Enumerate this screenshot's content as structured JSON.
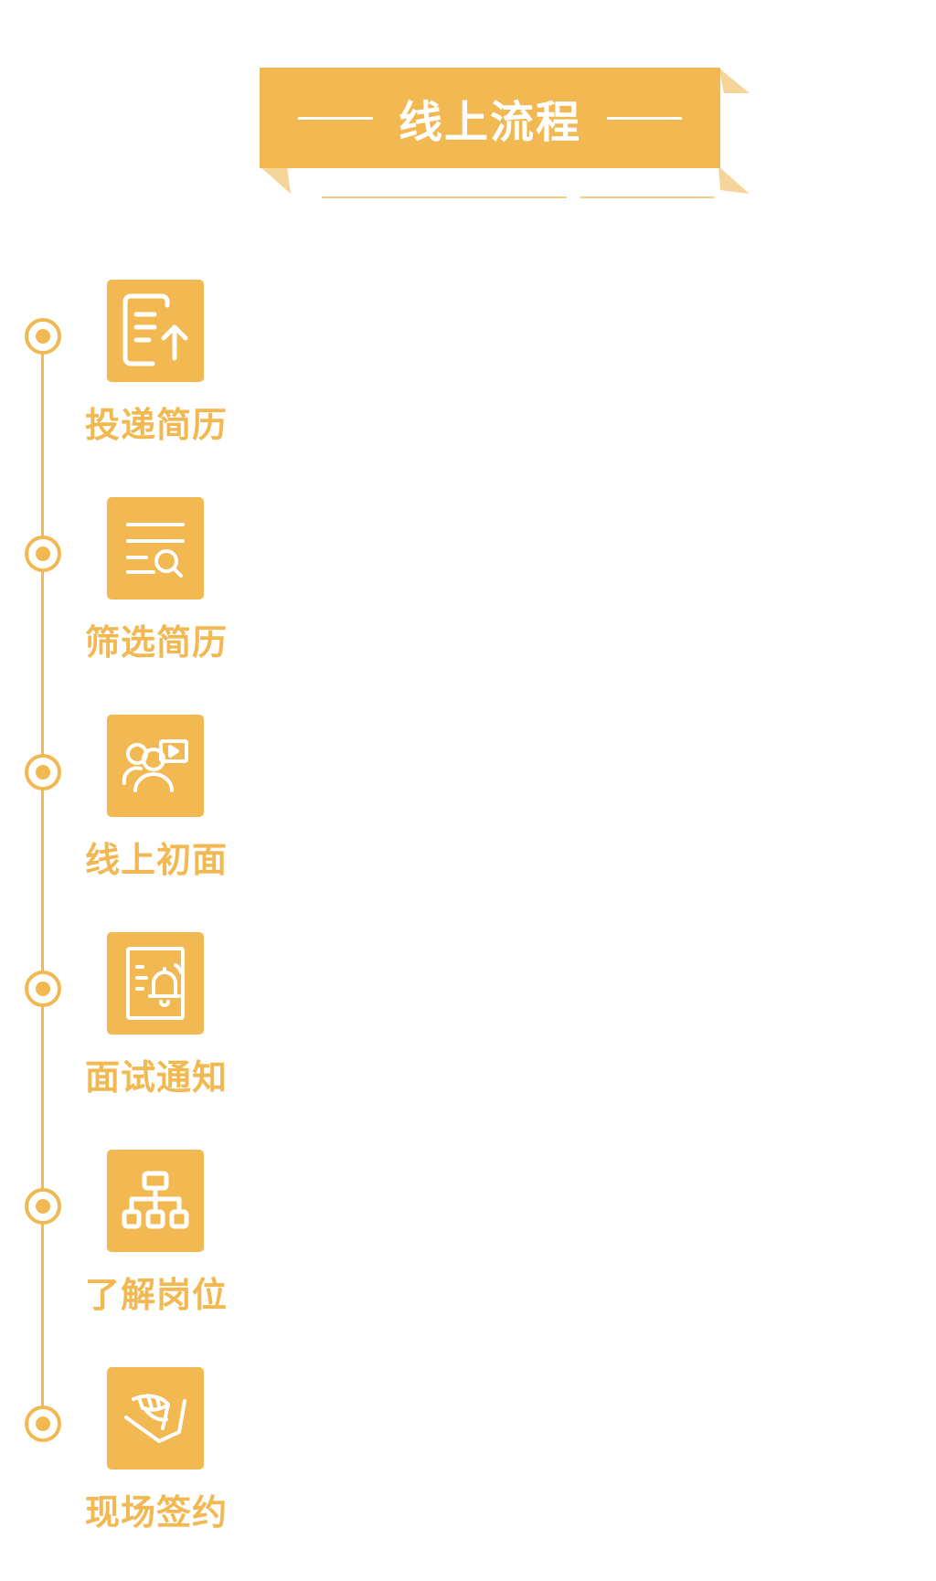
{
  "banner": {
    "title": "线上流程"
  },
  "colors": {
    "accent": "#F2B851",
    "background": "#FFFFFF"
  },
  "steps": [
    {
      "label": "投递简历",
      "icon": "document-upload-icon"
    },
    {
      "label": "筛选简历",
      "icon": "list-search-icon"
    },
    {
      "label": "线上初面",
      "icon": "video-meeting-icon"
    },
    {
      "label": "面试通知",
      "icon": "bell-notice-icon"
    },
    {
      "label": "了解岗位",
      "icon": "org-chart-icon"
    },
    {
      "label": "现场签约",
      "icon": "sign-contract-icon"
    }
  ]
}
